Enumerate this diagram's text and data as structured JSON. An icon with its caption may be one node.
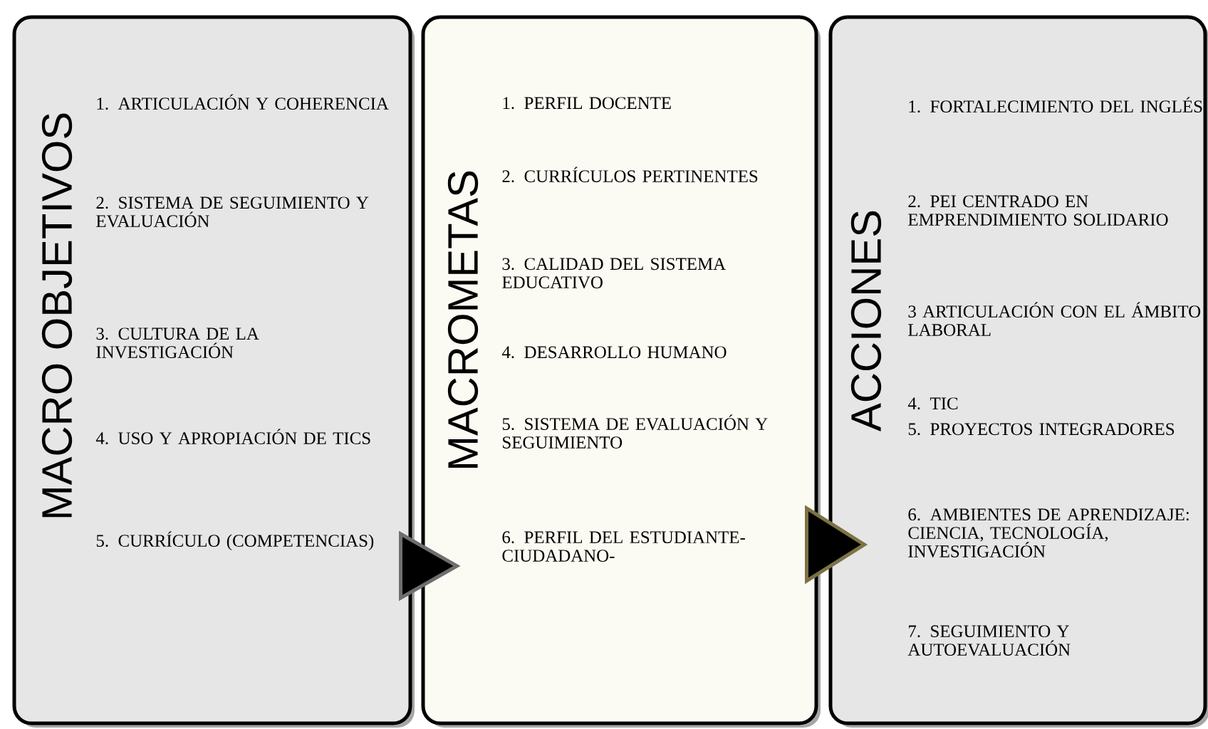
{
  "diagram": {
    "nodes": [
      {
        "text": [
          "MACRO  OBJETIVOS",
          "1. ARTICULACIÓN Y COHERENCIA",
          "2. SISTEMA DE SEGUIMIENTO Y EVALUACIÓN",
          "3. CULTURA DE LA INVESTIGACIÓN",
          "4. USO Y APROPIACIÓN DE TICS",
          "5. CURRÍCULO (COMPETENCIAS)"
        ]
      },
      {
        "text": [
          "MACROMETAS",
          "1. PERFIL DOCENTE",
          "2. CURRÍCULOS PERTINENTES",
          "3. CALIDAD DEL SISTEMA EDUCATIVO",
          "4. DESARROLLO HUMANO",
          "5. SISTEMA DE EVALUACIÓN Y SEGUIMIENTO",
          "6. PERFIL DEL ESTUDIANTE- CIUDADANO-"
        ]
      },
      {
        "text": [
          "ACCIONES",
          "1. FORTALECIMIENTO DEL INGLÉS",
          "2. PEI CENTRADO EN EMPRENDIMIENTO SOLIDARIO",
          "3 ARTICULACIÓN CON EL ÁMBITO LABORAL",
          "4. TIC",
          "5. PROYECTOS INTEGRADORES",
          "6. AMBIENTES DE APRENDIZAJE: CIENCIA, TECNOLOGÍA, INVESTIGACIÓN",
          "7. SEGUIMIENTO Y AUTOEVALUACIÓN"
        ]
      }
    ],
    "edges": [
      {
        "from": 0,
        "to": 1,
        "arrow": "to",
        "color": "#6e6e6e"
      },
      {
        "from": 1,
        "to": 2,
        "arrow": "to",
        "color": "#7d7245"
      }
    ]
  }
}
